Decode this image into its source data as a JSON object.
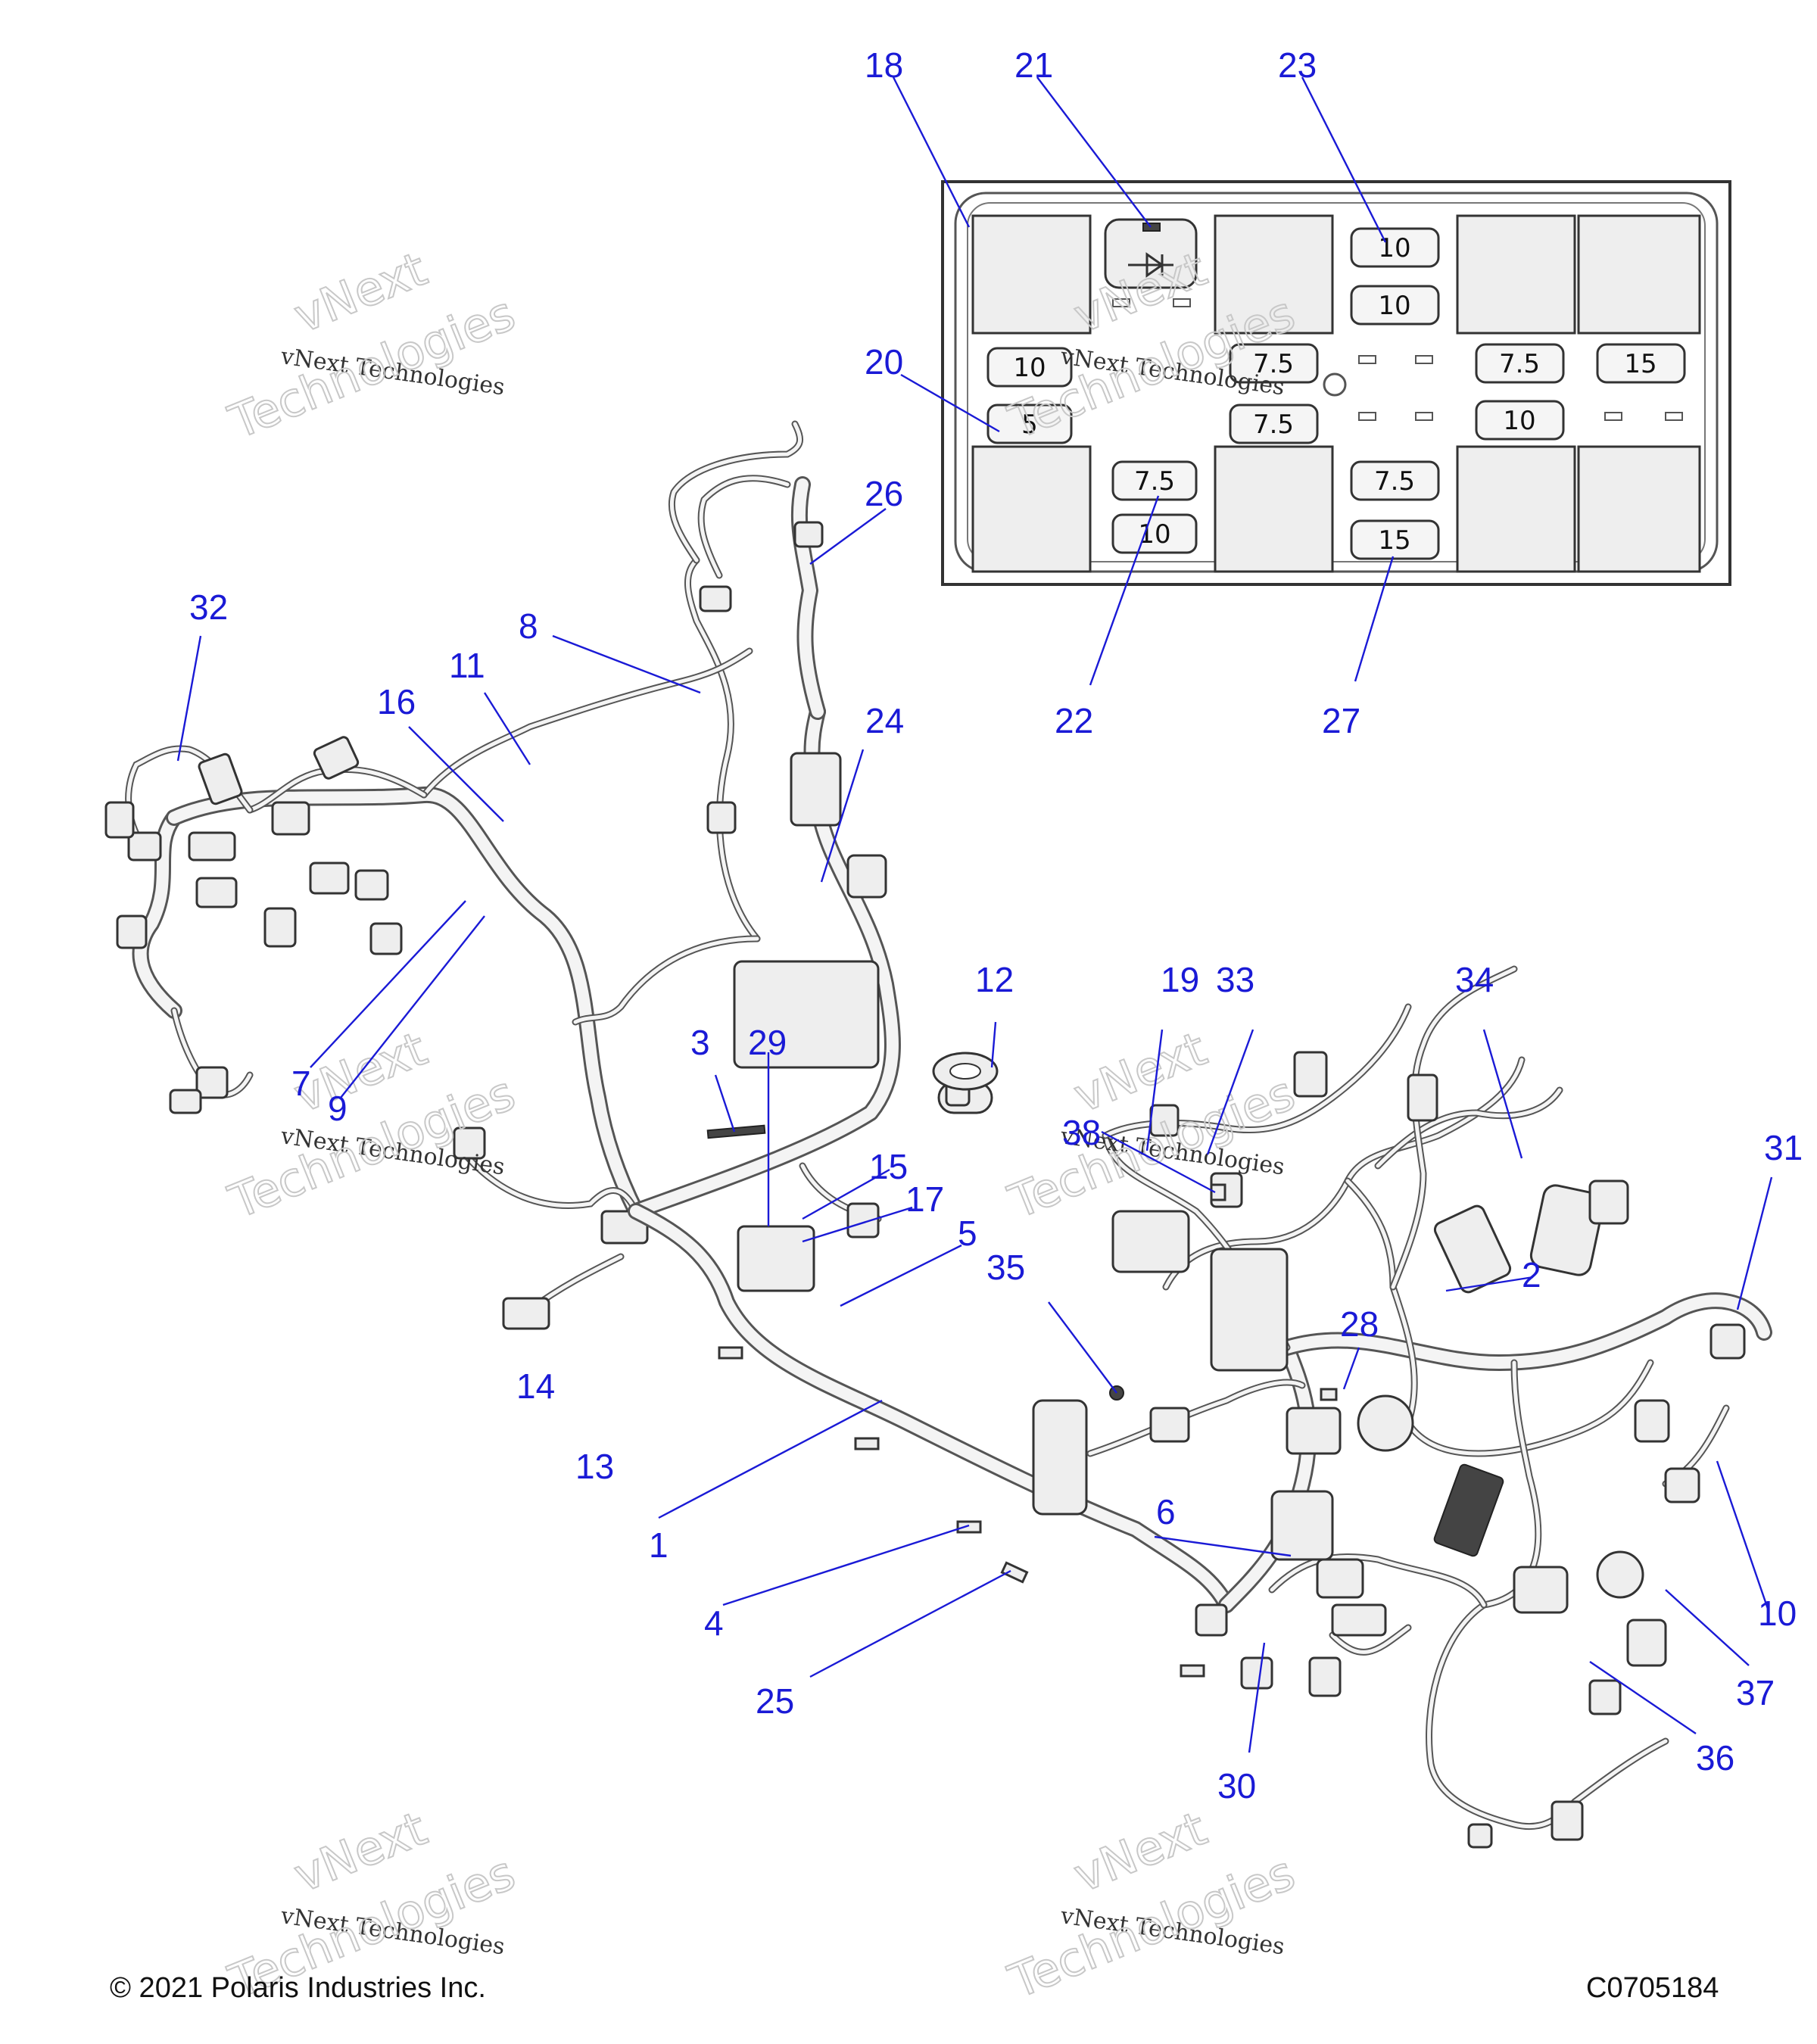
{
  "callouts": {
    "c1": "1",
    "c2": "2",
    "c3": "3",
    "c4": "4",
    "c5": "5",
    "c6": "6",
    "c7": "7",
    "c8": "8",
    "c9": "9",
    "c10": "10",
    "c11": "11",
    "c12": "12",
    "c13": "13",
    "c14": "14",
    "c15": "15",
    "c16": "16",
    "c17": "17",
    "c18": "18",
    "c19": "19",
    "c20": "20",
    "c21": "21",
    "c22": "22",
    "c23": "23",
    "c24": "24",
    "c25": "25",
    "c26": "26",
    "c27": "27",
    "c28": "28",
    "c29": "29",
    "c30": "30",
    "c31": "31",
    "c32": "32",
    "c33": "33",
    "c34": "34",
    "c35": "35",
    "c36": "36",
    "c37": "37",
    "c38": "38"
  },
  "fuses": {
    "f_a1": "10",
    "f_a2": "5",
    "f_b1": "7.5",
    "f_b2": "10",
    "f_c1": "7.5",
    "f_c2": "7.5",
    "f_d1": "10",
    "f_d2": "10",
    "f_d3": "7.5",
    "f_d4": "15",
    "f_e1": "7.5",
    "f_e2": "10",
    "f_f1": "15"
  },
  "watermark": {
    "line1": "vNext",
    "line2": "vNext Technologies",
    "line3": "Technologies"
  },
  "footer": {
    "copyright": "© 2021 Polaris Industries Inc.",
    "figure_id": "C0705184"
  }
}
